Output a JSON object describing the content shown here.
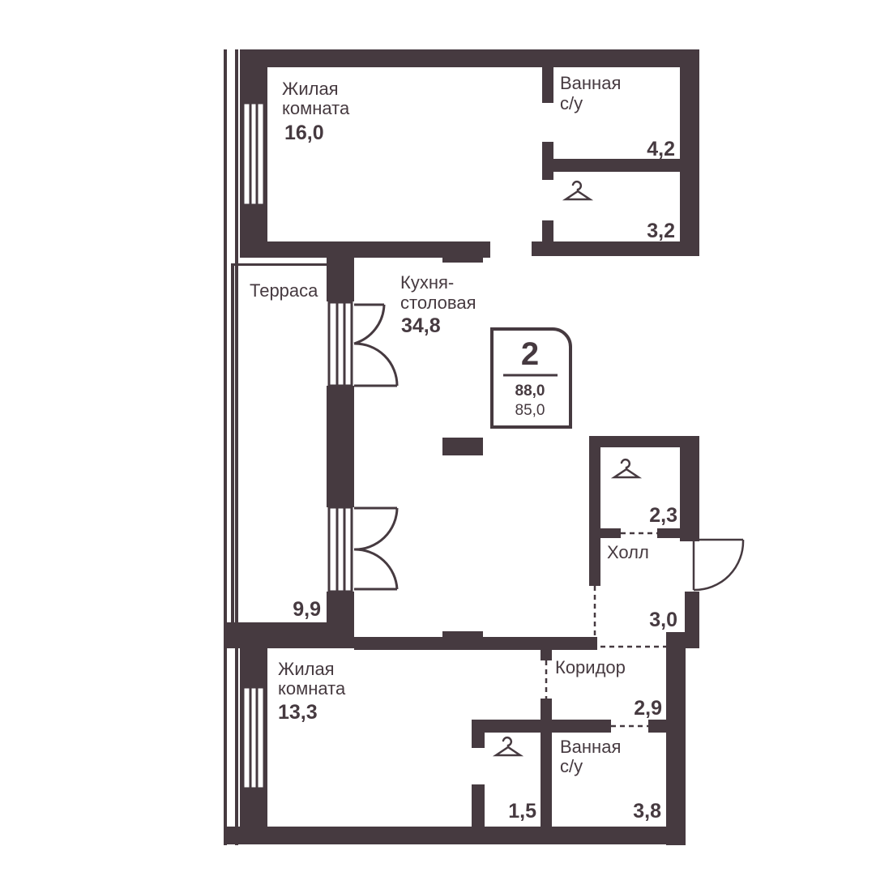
{
  "plan": {
    "wall_color": "#463a40",
    "background": "#ffffff",
    "badge": {
      "rooms": "2",
      "total_area": "88,0",
      "living_area": "85,0"
    },
    "rooms": {
      "living1": {
        "name_line1": "Жилая",
        "name_line2": "комната",
        "area": "16,0"
      },
      "bath1": {
        "name_line1": "Ванная",
        "name_line2": "с/у",
        "area": "4,2"
      },
      "closet1": {
        "area": "3,2",
        "icon": "hanger-icon"
      },
      "terrace": {
        "name": "Терраса",
        "area": "9,9"
      },
      "kitchen": {
        "name_line1": "Кухня-",
        "name_line2": "столовая",
        "area": "34,8"
      },
      "closet2": {
        "area": "2,3",
        "icon": "hanger-icon"
      },
      "hall": {
        "name": "Холл",
        "area": "3,0"
      },
      "corridor": {
        "name": "Коридор",
        "area": "2,9"
      },
      "living2": {
        "name_line1": "Жилая",
        "name_line2": "комната",
        "area": "13,3"
      },
      "closet3": {
        "area": "1,5",
        "icon": "hanger-icon"
      },
      "bath2": {
        "name_line1": "Ванная",
        "name_line2": "с/у",
        "area": "3,8"
      }
    }
  }
}
